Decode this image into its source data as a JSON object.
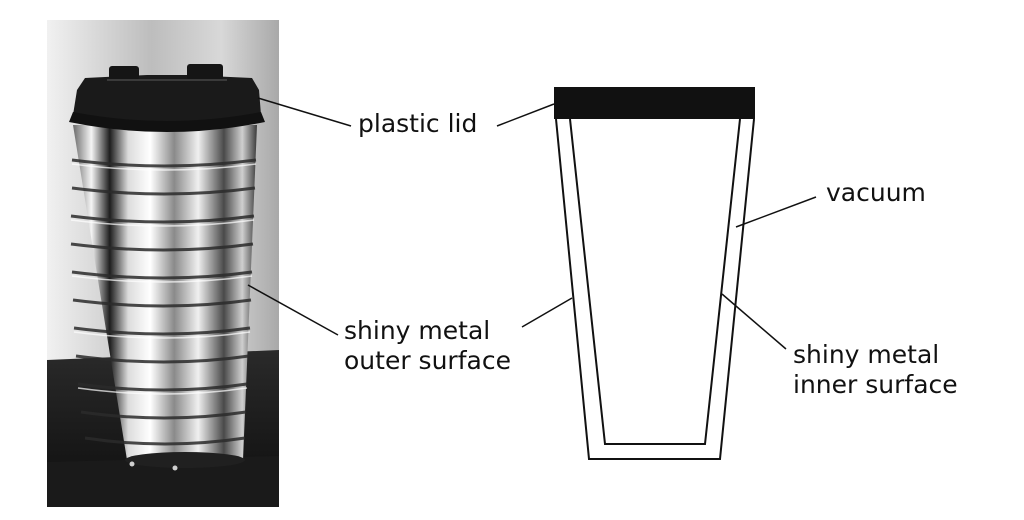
{
  "labels": {
    "plastic_lid": "plastic lid",
    "vacuum": "vacuum",
    "outer_surface_line1": "shiny metal",
    "outer_surface_line2": "outer surface",
    "inner_surface_line1": "shiny metal",
    "inner_surface_line2": "inner surface"
  },
  "colors": {
    "ink": "#111111",
    "lid": "#111111",
    "background": "#ffffff"
  }
}
